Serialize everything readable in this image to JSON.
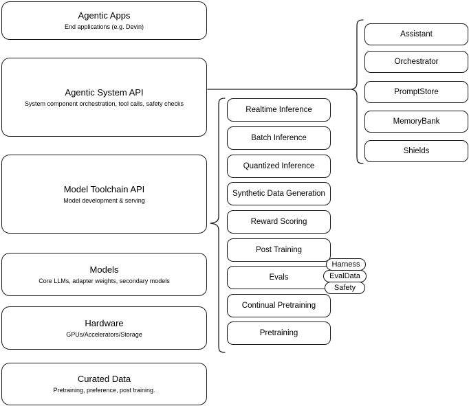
{
  "diagram": {
    "title": "Agentic AI stack layered architecture",
    "stroke_color": "#1a1a1a",
    "background_color": "#ffffff"
  },
  "stack_layers": [
    {
      "title": "Agentic Apps",
      "subtitle": "End applications (e.g. Devin)"
    },
    {
      "title": "Agentic System API",
      "subtitle": "System component orchestration, tool calls, safety checks"
    },
    {
      "title": "Model Toolchain API",
      "subtitle": "Model development & serving"
    },
    {
      "title": "Models",
      "subtitle": "Core LLMs, adapter weights, secondary models"
    },
    {
      "title": "Hardware",
      "subtitle": "GPUs/Accelerators/Storage"
    },
    {
      "title": "Curated Data",
      "subtitle": "Pretraining, preference, post training."
    }
  ],
  "toolchain_capabilities": [
    {
      "label": "Realtime Inference"
    },
    {
      "label": "Batch Inference"
    },
    {
      "label": "Quantized Inference"
    },
    {
      "label": "Synthetic Data Generation"
    },
    {
      "label": "Reward Scoring"
    },
    {
      "label": "Post Training"
    },
    {
      "label": "Evals"
    },
    {
      "label": "Continual Pretraining"
    },
    {
      "label": "Pretraining"
    }
  ],
  "system_components": [
    {
      "label": "Assistant"
    },
    {
      "label": "Orchestrator"
    },
    {
      "label": "PromptStore"
    },
    {
      "label": "MemoryBank"
    },
    {
      "label": "Shields"
    }
  ],
  "eval_tags": [
    {
      "label": "Harness"
    },
    {
      "label": "EvalData"
    },
    {
      "label": "Safety"
    }
  ]
}
